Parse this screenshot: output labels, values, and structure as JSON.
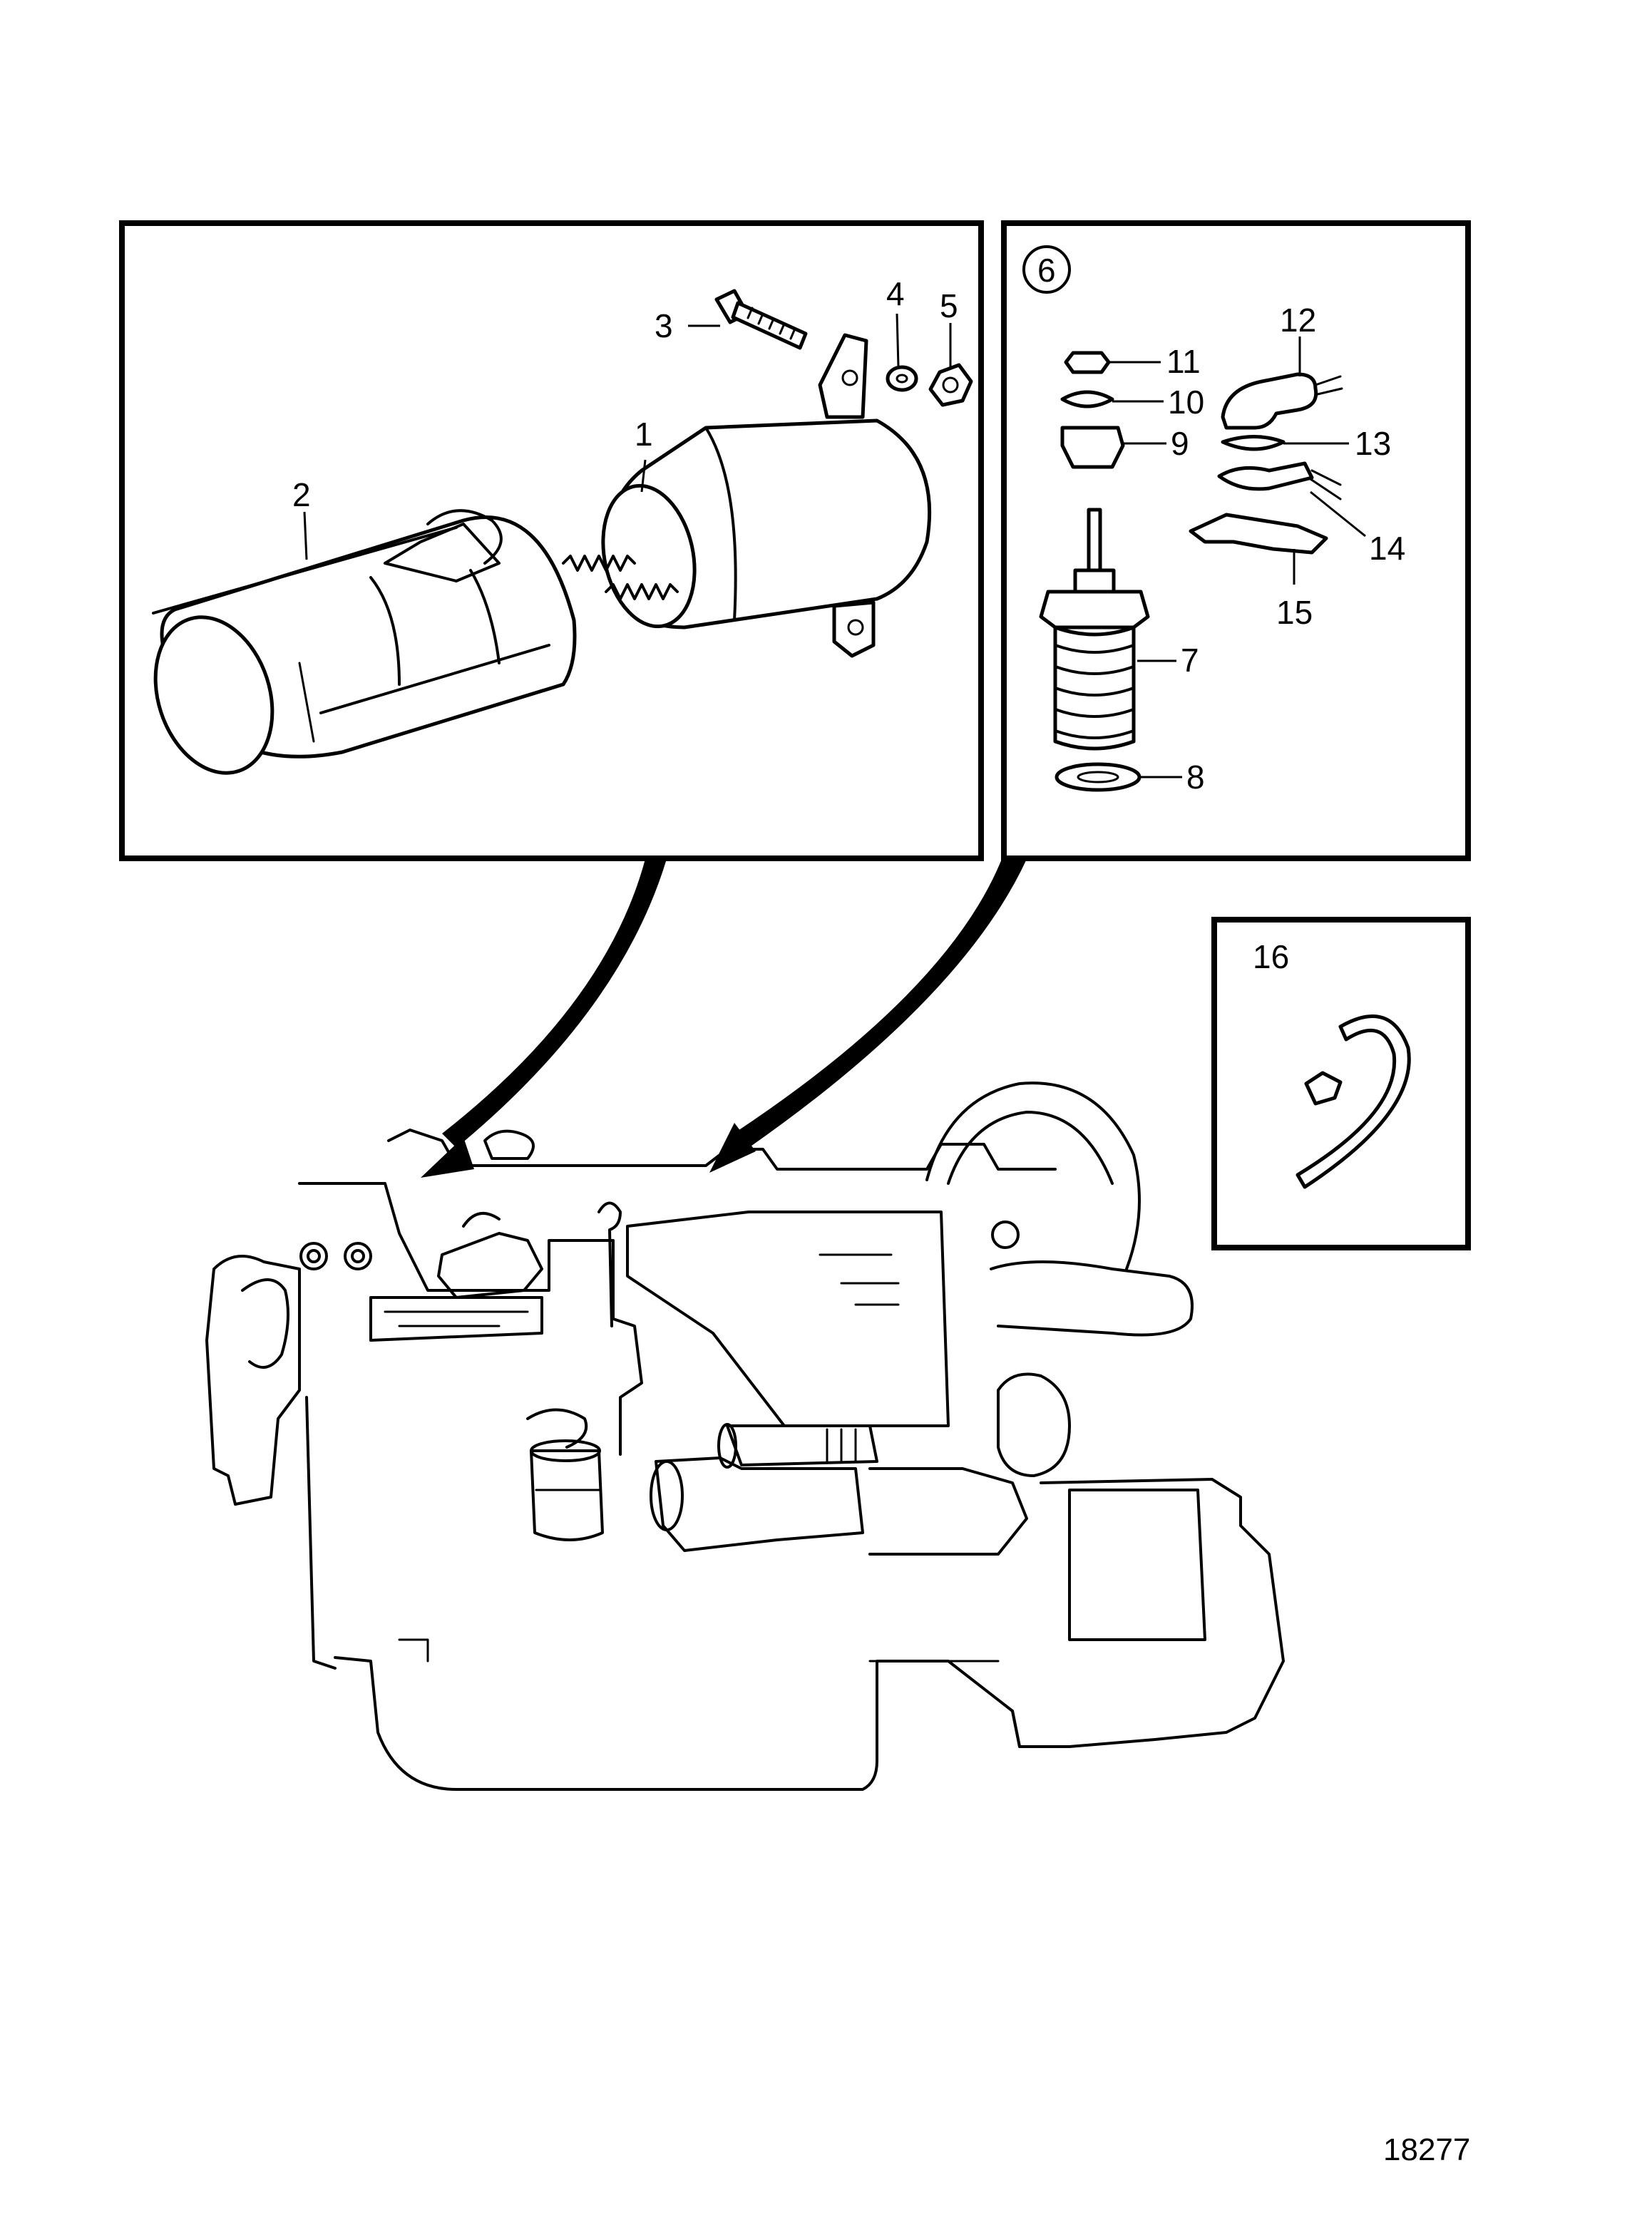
{
  "diagram": {
    "drawing_number": "18277",
    "panel_left": {
      "labels": [
        {
          "key": "p1",
          "text": "1"
        },
        {
          "key": "p2",
          "text": "2"
        },
        {
          "key": "p3",
          "text": "3"
        },
        {
          "key": "p4",
          "text": "4"
        },
        {
          "key": "p5",
          "text": "5"
        }
      ]
    },
    "panel_right": {
      "circled_label": "6",
      "labels": [
        {
          "key": "p7",
          "text": "7"
        },
        {
          "key": "p8",
          "text": "8"
        },
        {
          "key": "p9",
          "text": "9"
        },
        {
          "key": "p10",
          "text": "10"
        },
        {
          "key": "p11",
          "text": "11"
        },
        {
          "key": "p12",
          "text": "12"
        },
        {
          "key": "p13",
          "text": "13"
        },
        {
          "key": "p14",
          "text": "14"
        },
        {
          "key": "p15",
          "text": "15"
        }
      ]
    },
    "panel_small": {
      "labels": [
        {
          "key": "p16",
          "text": "16"
        }
      ]
    }
  }
}
